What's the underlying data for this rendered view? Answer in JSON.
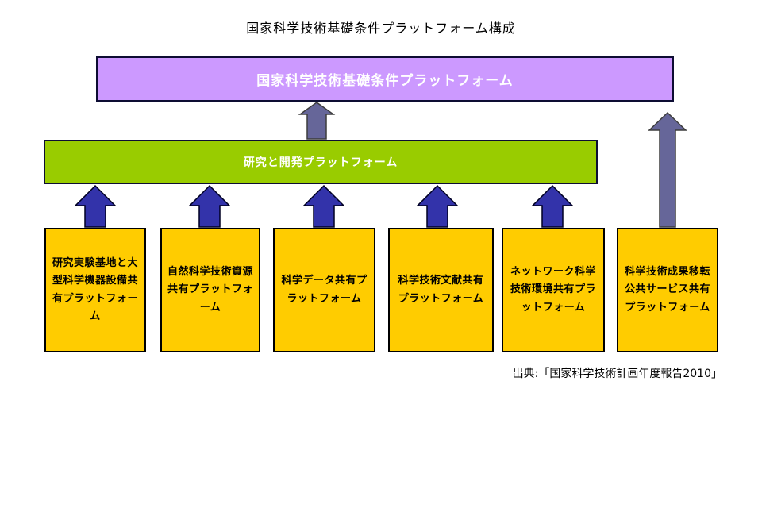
{
  "title": "国家科学技術基礎条件プラットフォーム構成",
  "top_platform": {
    "label": "国家科学技術基礎条件プラットフォーム"
  },
  "rd_platform": {
    "label": "研究と開発プラットフォーム"
  },
  "platforms": [
    {
      "label": "研究実験基地と大型科学機器設備共有プラットフォーム"
    },
    {
      "label": "自然科学技術資源共有プラットフォーム"
    },
    {
      "label": "科学データ共有プラットフォーム"
    },
    {
      "label": "科学技術文献共有プラットフォーム"
    },
    {
      "label": "ネットワーク科学技術環境共有プラットフォーム"
    },
    {
      "label": "科学技術成果移転公共サービス共有プラットフォーム"
    }
  ],
  "caption": "出典:「国家科学技術計画年度報告2010」",
  "icons": {
    "arrow_glyph": "↑"
  },
  "colors": {
    "top_platform_fill": "#CC99FF",
    "rd_platform_fill": "#99CC00",
    "platform_fill": "#FFCC00",
    "navy_arrow_fill": "#3333AA",
    "slate_arrow_fill": "#666699"
  }
}
